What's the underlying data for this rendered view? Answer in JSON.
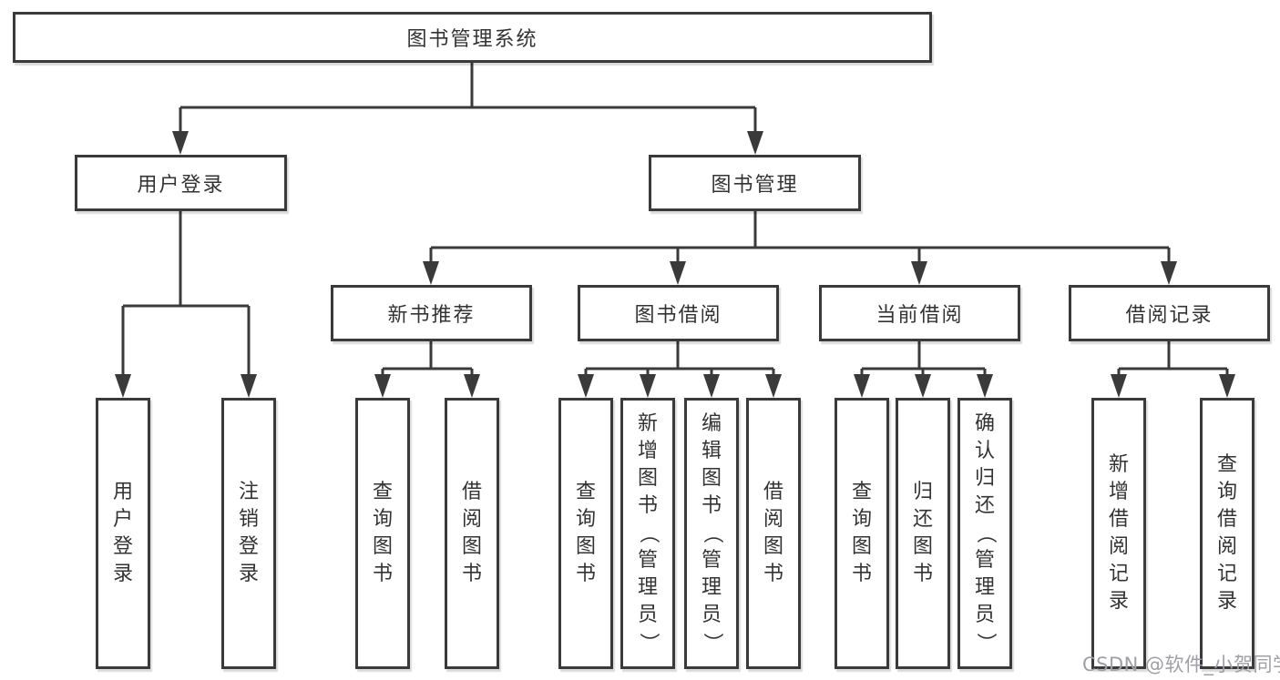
{
  "diagram": {
    "root": {
      "label": "图书管理系统"
    },
    "branches": [
      {
        "label": "用户登录",
        "children": [
          {
            "label": "用户登录"
          },
          {
            "label": "注销登录"
          }
        ]
      },
      {
        "label": "图书管理",
        "sections": [
          {
            "label": "新书推荐",
            "children": [
              {
                "label": "查询图书"
              },
              {
                "label": "借阅图书"
              }
            ]
          },
          {
            "label": "图书借阅",
            "children": [
              {
                "label": "查询图书"
              },
              {
                "label": "新增图书（管理员）"
              },
              {
                "label": "编辑图书（管理员）"
              },
              {
                "label": "借阅图书"
              }
            ]
          },
          {
            "label": "当前借阅",
            "children": [
              {
                "label": "查询图书"
              },
              {
                "label": "归还图书"
              },
              {
                "label": "确认归还（管理员）"
              }
            ]
          },
          {
            "label": "借阅记录",
            "children": [
              {
                "label": "新增借阅记录"
              },
              {
                "label": "查询借阅记录"
              }
            ]
          }
        ]
      }
    ]
  },
  "watermark": {
    "text": "CSDN @软件_小贺同学"
  },
  "colors": {
    "line": "#3a3a3a",
    "text": "#333333",
    "background": "#ffffff",
    "watermark": "#9fa0a6"
  }
}
